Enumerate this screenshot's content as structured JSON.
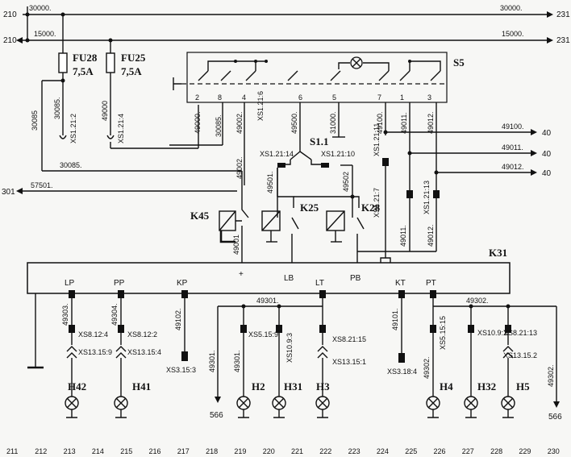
{
  "bus": {
    "top_left": "210",
    "top_wire_left": "30000.",
    "top_wire_right": "30000.",
    "top_right": "231",
    "second_left": "210",
    "second_wire_left": "15000.",
    "second_wire_right": "15000.",
    "second_right": "231"
  },
  "fuses": {
    "fu28": "FU28",
    "fu28_rating": "7,5A",
    "fu25": "FU25",
    "fu25_rating": "7,5A",
    "w30085a": "30085",
    "w30085b": "30085.",
    "w30085c": "30085.",
    "w49000": "49000",
    "xs2": "XS1.21:2",
    "xs4": "XS1.21:4"
  },
  "switch_s5": {
    "label": "S5",
    "pins": [
      "2",
      "8",
      "4",
      "6",
      "5",
      "7",
      "1",
      "3"
    ],
    "wires": [
      "49000.",
      "30085.",
      "49002.",
      "49500.",
      "31000.",
      "49100.",
      "49011.",
      "49012."
    ],
    "xs6": "XS1.21:6",
    "out_49100": "49100.",
    "out_49011": "49011.",
    "out_49012": "49012.",
    "dest_40a": "40",
    "dest_40b": "40",
    "dest_40c": "40"
  },
  "s11": {
    "label": "S1.1",
    "xs14": "XS1.21:14",
    "xs10": "XS1.21:10",
    "xs11": "XS1.21:11",
    "w49501": "49501.",
    "w49502": "49502",
    "w49002": "49002."
  },
  "relays": {
    "k45": "K45",
    "k25": "K25",
    "k28": "K28",
    "w57501": "57501.",
    "dest_301": "301",
    "w49001": "49001",
    "w49011": "49011.",
    "w49012": "49012.",
    "xs7": "XS1.21:7",
    "xs13": "XS1.21:13"
  },
  "k31": {
    "label": "K31",
    "plus": "+",
    "lb": "LB",
    "pb": "PB",
    "terminals": [
      "LP",
      "PP",
      "KP",
      "LT",
      "KT",
      "PT"
    ]
  },
  "lamps_left": {
    "w49303": "49303.",
    "w49304": "49304.",
    "w49102": "49102.",
    "xs8_12_4": "XS8.12:4",
    "xs8_12_2": "XS8.12:2",
    "xs13_15_9": "XS13.15:9",
    "xs13_15_4": "XS13.15:4",
    "xs3_15_3": "XS3.15:3",
    "h42": "H42",
    "h41": "H41"
  },
  "lamps_mid": {
    "w49301a": "49301.",
    "w49301b": "49301.",
    "w49301c": "49301.",
    "dest_566": "566",
    "xs5_15_9": "XS5.15:9",
    "xs10_9_3": "XS10.9:3",
    "xs8_21_15": "XS8.21:15",
    "xs13_15_1": "XS13.15:1",
    "h2": "H2",
    "h31": "H31",
    "h3": "H3"
  },
  "lamps_right": {
    "w49101": "49101.",
    "w49302a": "49302.",
    "w49302b": "49302.",
    "w49302c": "49302.",
    "xs3_18_4": "XS3.18:4",
    "xs5_15_15": "XS5.15:15",
    "xs10_9_1": "XS10.9:1",
    "xs8_21_13": "XS8.21:13",
    "xs13_15_2": "XS13.15.2",
    "h4": "H4",
    "h32": "H32",
    "h5": "H5",
    "dest_566": "566"
  },
  "ruler": [
    "211",
    "212",
    "213",
    "214",
    "215",
    "216",
    "217",
    "218",
    "219",
    "220",
    "221",
    "222",
    "223",
    "224",
    "225",
    "226",
    "227",
    "228",
    "229",
    "230"
  ]
}
